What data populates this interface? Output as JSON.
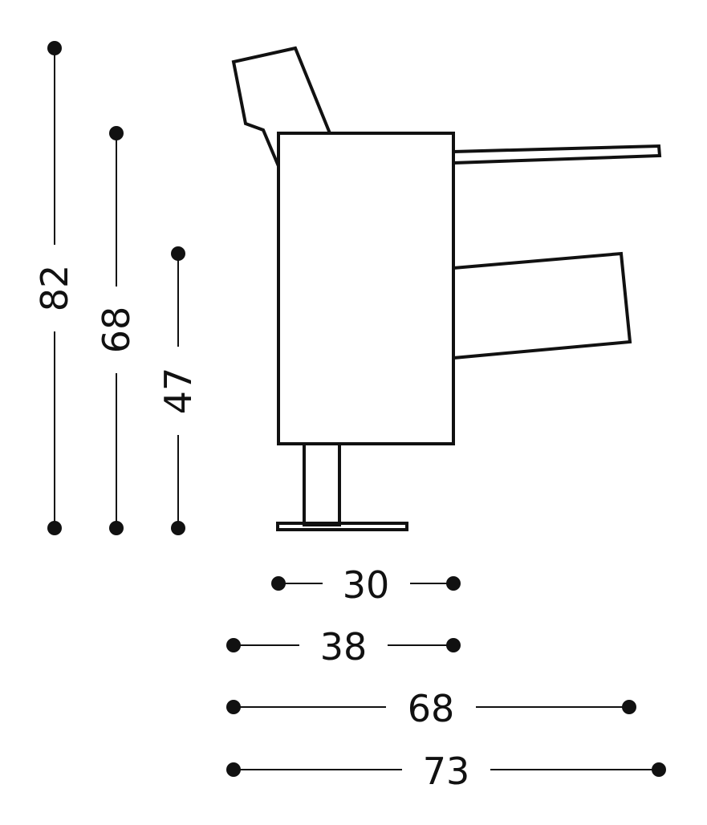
{
  "colors": {
    "ink": "#111111",
    "background": "#ffffff"
  },
  "dimensions": {
    "vertical": [
      {
        "label": "82"
      },
      {
        "label": "68"
      },
      {
        "label": "47"
      }
    ],
    "horizontal": [
      {
        "label": "30"
      },
      {
        "label": "38"
      },
      {
        "label": "68"
      },
      {
        "label": "73"
      }
    ]
  }
}
